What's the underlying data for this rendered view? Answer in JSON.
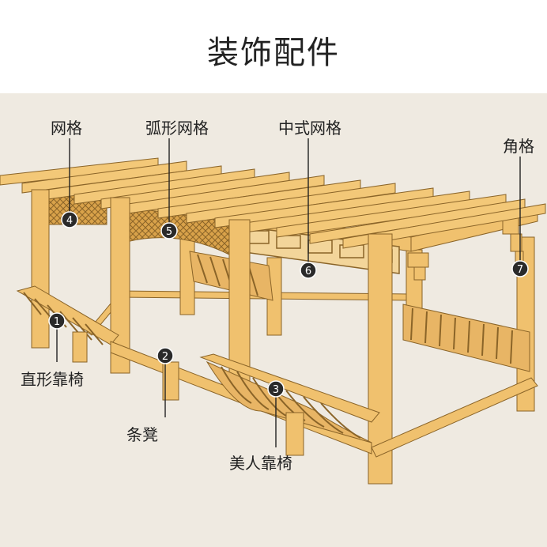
{
  "title": "装饰配件",
  "colors": {
    "wood": "#f0c16e",
    "wood_dark": "#d9a24a",
    "wood_edge": "#8a6428",
    "background": "#efeae1",
    "marker": "#2a2a2a"
  },
  "callouts": [
    {
      "number": "1",
      "label": "直形靠椅"
    },
    {
      "number": "2",
      "label": "条凳"
    },
    {
      "number": "3",
      "label": "美人靠椅"
    },
    {
      "number": "4",
      "label": "网格"
    },
    {
      "number": "5",
      "label": "弧形网格"
    },
    {
      "number": "6",
      "label": "中式网格"
    },
    {
      "number": "7",
      "label": "角格"
    }
  ]
}
